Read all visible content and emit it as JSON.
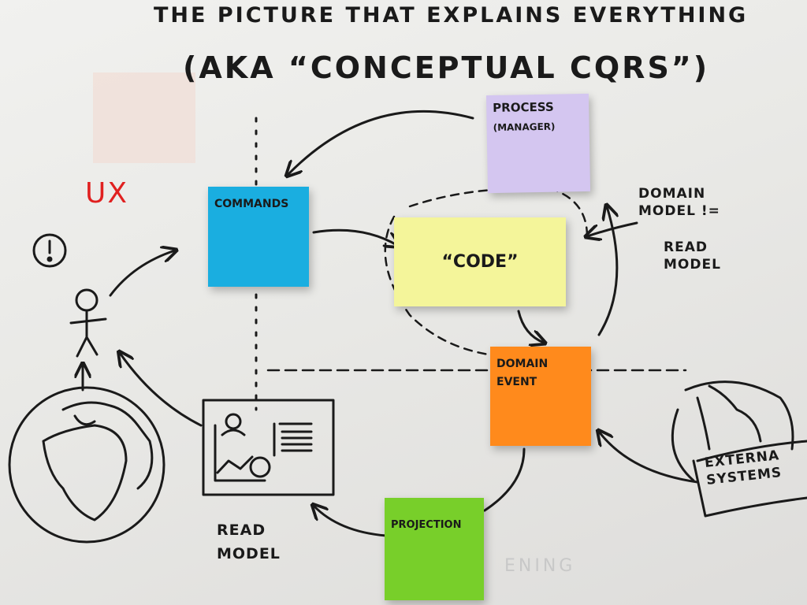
{
  "title": {
    "line1": "The Picture that explains everything",
    "line2": "(aka “Conceptual CQRS”)"
  },
  "labels": {
    "ux": "UX",
    "domain_model_line1": "Domain",
    "domain_model_line2": "model !=",
    "read_model_right_line1": "Read",
    "read_model_right_line2": "model",
    "read_model_bottom_line1": "Read",
    "read_model_bottom_line2": "model",
    "external_line1": "Externa",
    "external_line2": "systems",
    "faint_text": "ENING"
  },
  "sticky_notes": {
    "commands": {
      "label": "Commands",
      "color": "#1aaee0"
    },
    "code": {
      "label": "“Code”",
      "color": "#f4f59a"
    },
    "process_line1": "Process",
    "process_line2": "(manager)",
    "process_color": "#d4c6f0",
    "domain_event_line1": "Domain",
    "domain_event_line2": "Event",
    "domain_event_color": "#ff8a1c",
    "projection": {
      "label": "Projection",
      "color": "#78cf2a"
    }
  },
  "colors": {
    "ink": "#1a1a1a",
    "ux_red": "#e02020",
    "faint_block": "#f3d9cf"
  }
}
